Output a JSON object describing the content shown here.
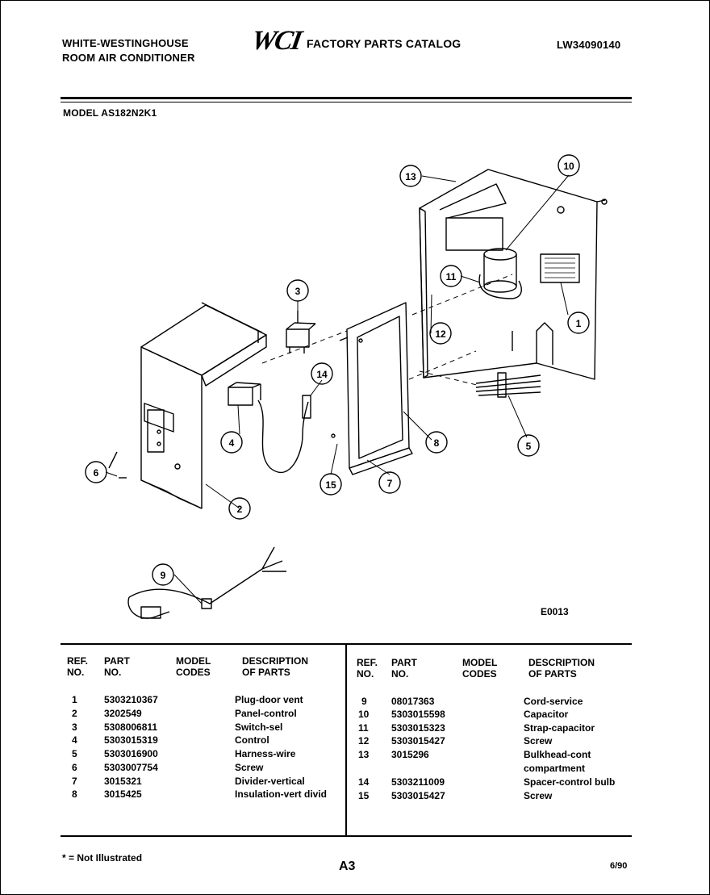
{
  "header": {
    "brand_line1": "WHITE-WESTINGHOUSE",
    "brand_line2": "ROOM AIR CONDITIONER",
    "logo_text": "WCI",
    "catalog_title": "FACTORY PARTS CATALOG",
    "catalog_number": "LW34090140",
    "model_label": "MODEL AS182N2K1"
  },
  "diagram": {
    "code": "E0013",
    "callouts": [
      "1",
      "2",
      "3",
      "4",
      "5",
      "6",
      "7",
      "8",
      "9",
      "10",
      "11",
      "12",
      "13",
      "14",
      "15"
    ]
  },
  "table": {
    "headers": {
      "ref_no": [
        "REF.",
        "NO."
      ],
      "part_no": [
        "PART",
        "NO."
      ],
      "model_codes": [
        "MODEL",
        "CODES"
      ],
      "description": [
        "DESCRIPTION",
        "OF PARTS"
      ]
    },
    "right_headers": {
      "ref_no": [
        "REF.",
        "NO."
      ],
      "part_no": [
        "PART",
        "NO."
      ],
      "model_codes": [
        "MODEL",
        "CODES"
      ],
      "description": [
        "DESCRIPTION",
        "OF PARTS"
      ]
    },
    "left_rows": [
      {
        "ref": "1",
        "part": "5303210367",
        "desc": "Plug-door vent"
      },
      {
        "ref": "2",
        "part": "3202549",
        "desc": "Panel-control"
      },
      {
        "ref": "3",
        "part": "5308006811",
        "desc": "Switch-sel"
      },
      {
        "ref": "4",
        "part": "5303015319",
        "desc": "Control"
      },
      {
        "ref": "5",
        "part": "5303016900",
        "desc": "Harness-wire"
      },
      {
        "ref": "6",
        "part": "5303007754",
        "desc": "Screw"
      },
      {
        "ref": "7",
        "part": "3015321",
        "desc": "Divider-vertical"
      },
      {
        "ref": "8",
        "part": "3015425",
        "desc": "Insulation-vert divid"
      }
    ],
    "right_rows": [
      {
        "ref": "9",
        "part": "08017363",
        "desc": "Cord-service"
      },
      {
        "ref": "10",
        "part": "5303015598",
        "desc": "Capacitor"
      },
      {
        "ref": "11",
        "part": "5303015323",
        "desc": "Strap-capacitor"
      },
      {
        "ref": "12",
        "part": "5303015427",
        "desc": "Screw"
      },
      {
        "ref": "13",
        "part": "3015296",
        "desc": "Bulkhead-cont"
      },
      {
        "ref": "",
        "part": "",
        "desc": "compartment"
      },
      {
        "ref": "14",
        "part": "5303211009",
        "desc": "Spacer-control bulb"
      },
      {
        "ref": "15",
        "part": "5303015427",
        "desc": "Screw"
      }
    ]
  },
  "footer": {
    "note": "* = Not Illustrated",
    "page": "A3",
    "date": "6/90"
  }
}
